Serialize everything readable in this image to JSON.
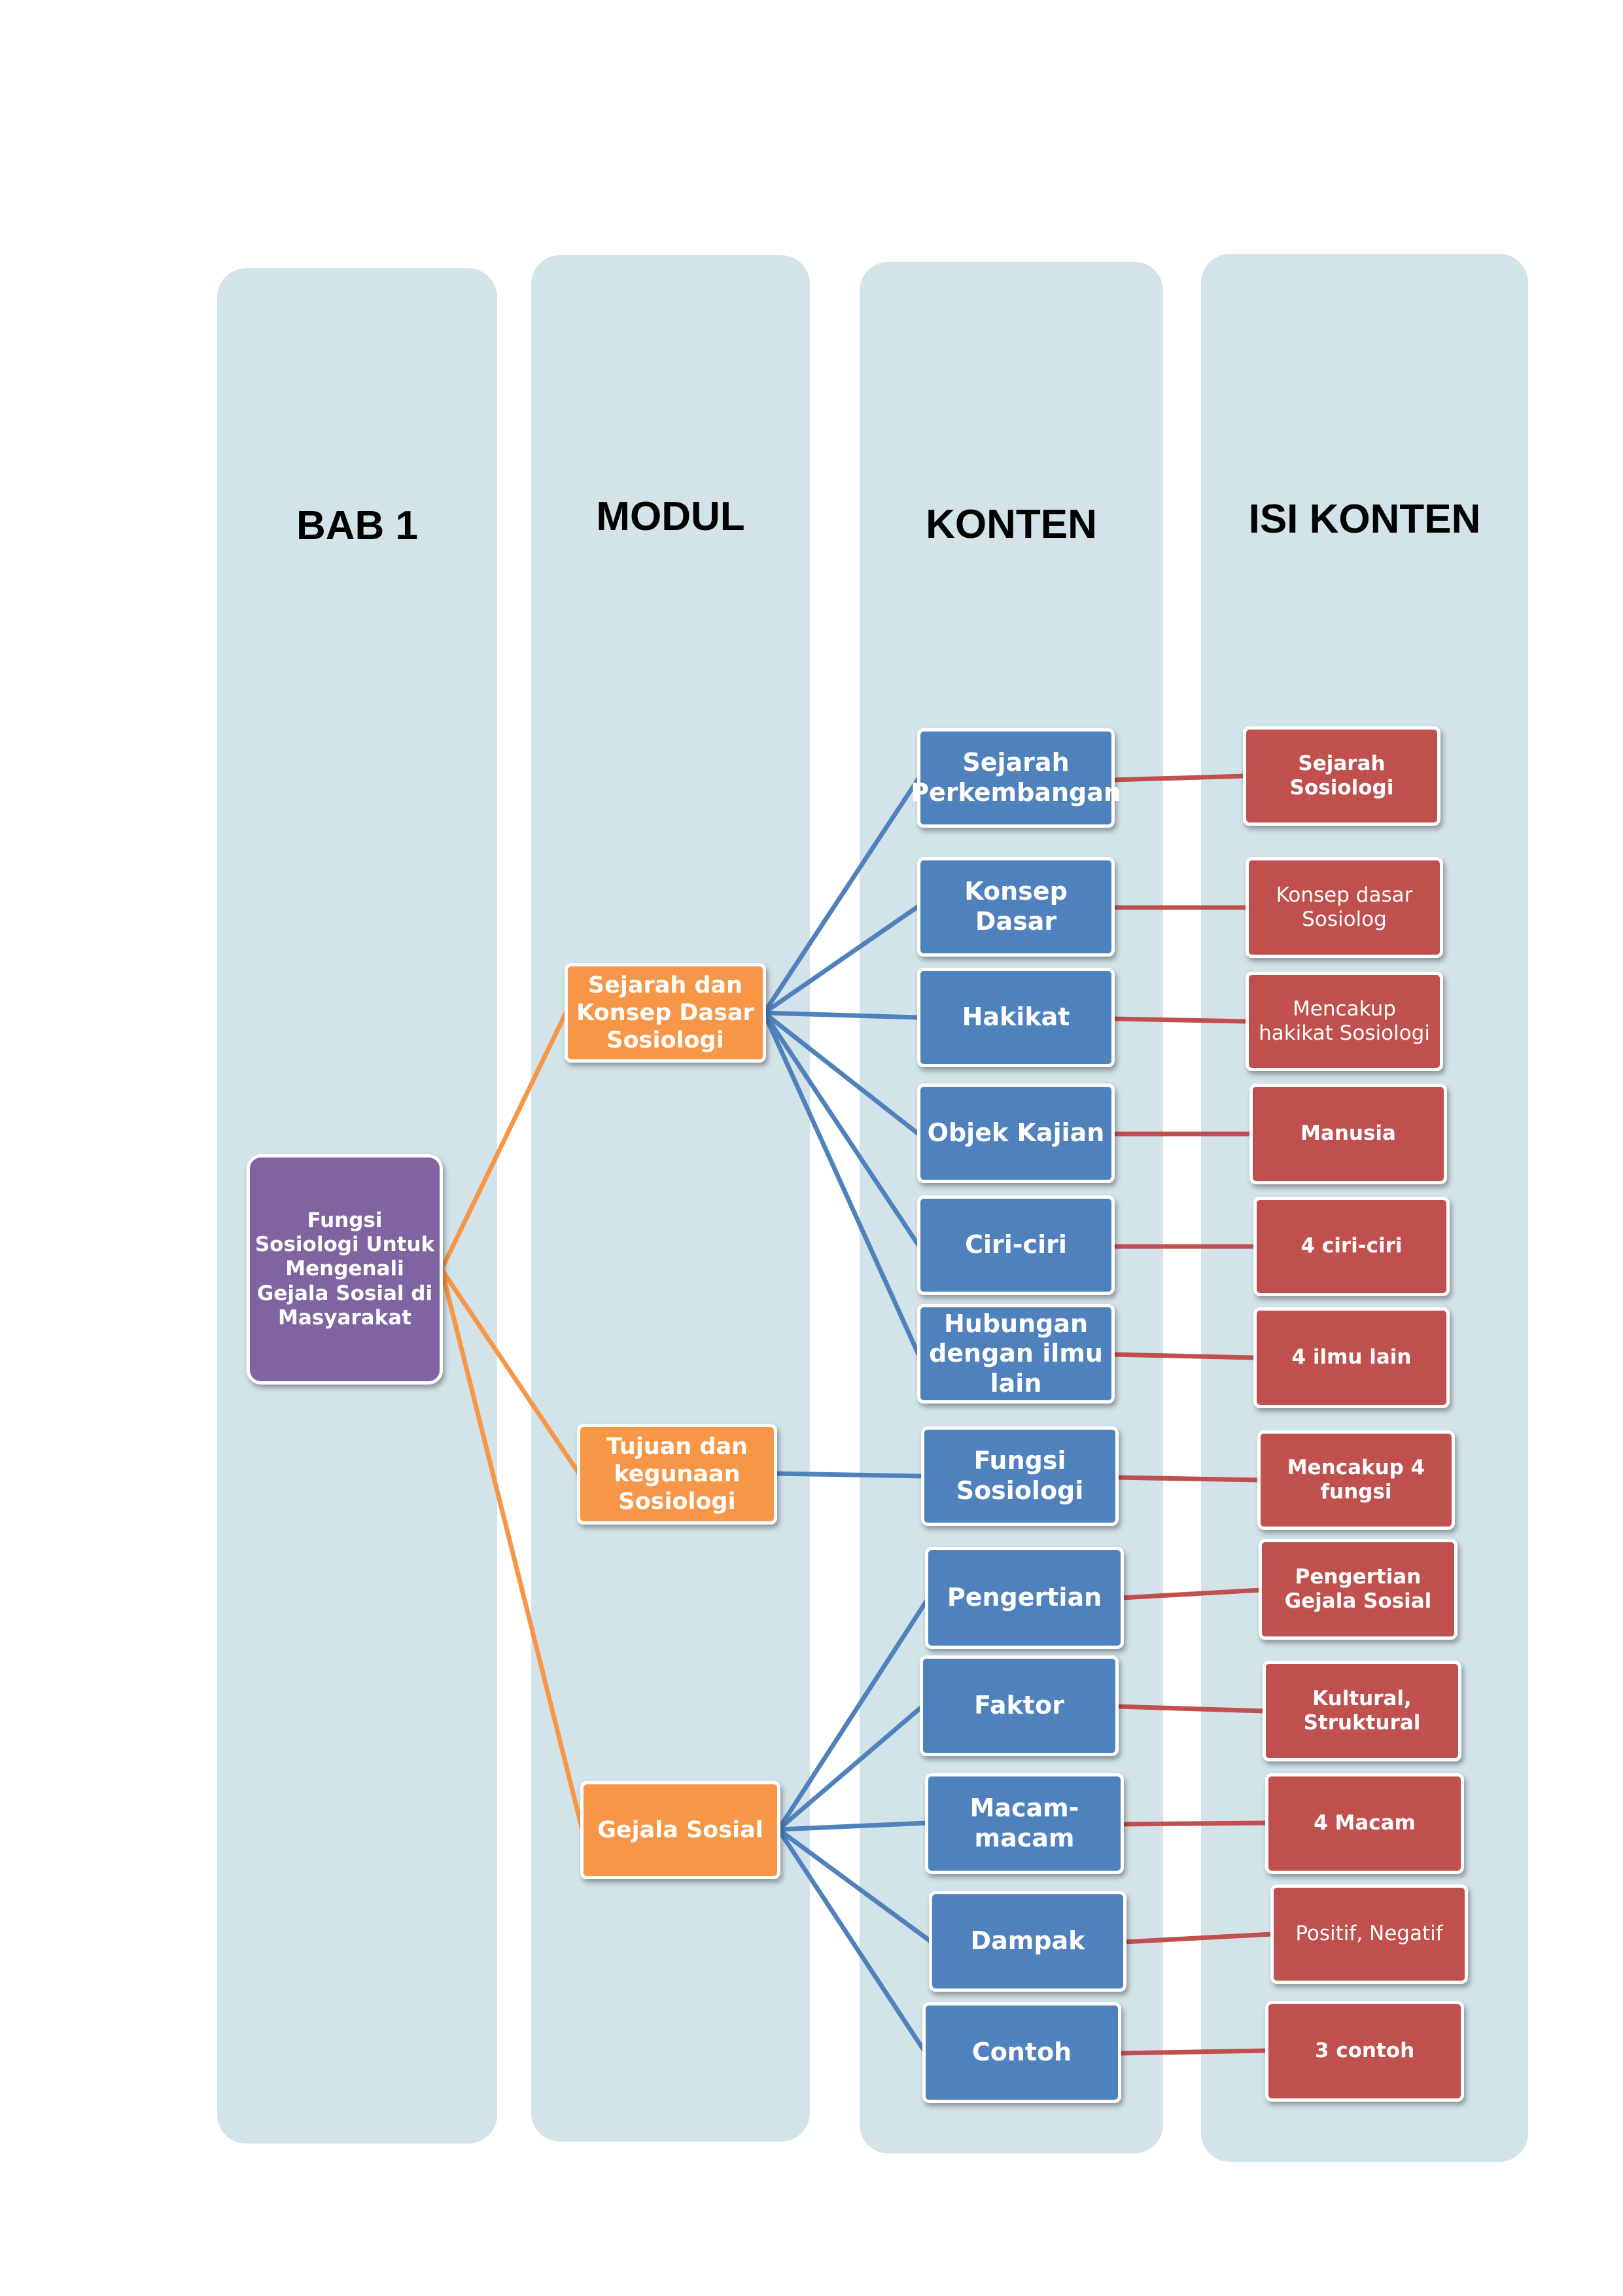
{
  "columns": {
    "bab": "BAB 1",
    "modul": "MODUL",
    "konten": "KONTEN",
    "isi_konten": "ISI KONTEN"
  },
  "root": "Fungsi Sosiologi Untuk Mengenali Gejala Sosial di Masyarakat",
  "modules": [
    "Sejarah dan Konsep Dasar Sosiologi",
    "Tujuan dan kegunaan Sosiologi",
    "Gejala Sosial"
  ],
  "contents": [
    "Sejarah Perkembangan",
    "Konsep Dasar",
    "Hakikat",
    "Objek Kajian",
    "Ciri-ciri",
    "Hubungan dengan ilmu lain",
    "Fungsi Sosiologi",
    "Pengertian",
    "Faktor",
    "Macam-macam",
    "Dampak",
    "Contoh"
  ],
  "details": [
    "Sejarah Sosiologi",
    "Konsep dasar Sosiolog",
    "Mencakup hakikat Sosiologi",
    "Manusia",
    "4 ciri-ciri",
    "4 ilmu lain",
    "Mencakup 4 fungsi",
    "Pengertian Gejala Sosial",
    "Kultural, Struktural",
    "4 Macam",
    "Positif, Negatif",
    "3 contoh"
  ],
  "colors": {
    "column_bg": "#d2e3ea",
    "root": "#8064a2",
    "module": "#f79646",
    "content": "#4f81bd",
    "detail": "#c0504d",
    "module_link": "#f79646",
    "content_link": "#4f81bd",
    "detail_link": "#c0504d"
  }
}
